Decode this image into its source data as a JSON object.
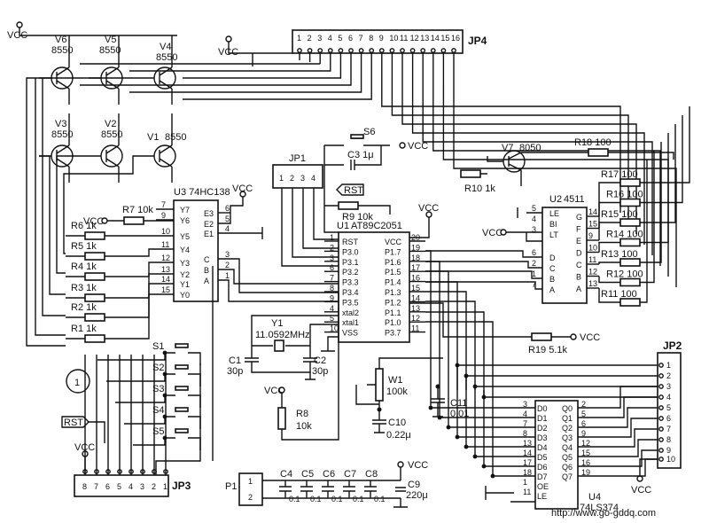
{
  "power": {
    "vcc": "VCC"
  },
  "transistors": {
    "v6": "V6",
    "v5": "V5",
    "v4": "V4",
    "v3": "V3",
    "v2": "V2",
    "v1": "V1",
    "v7": "V7",
    "type_8550": "8550",
    "type_8050": "8050"
  },
  "jp4": {
    "name": "JP4",
    "pins": [
      "1",
      "2",
      "3",
      "4",
      "5",
      "6",
      "7",
      "8",
      "9",
      "10",
      "11",
      "12",
      "13",
      "14",
      "15",
      "16"
    ]
  },
  "jp1": {
    "name": "JP1",
    "pins": [
      "1",
      "2",
      "3",
      "4"
    ]
  },
  "jp2": {
    "name": "JP2",
    "pins": [
      "1",
      "2",
      "3",
      "4",
      "5",
      "6",
      "7",
      "8",
      "9",
      "10"
    ]
  },
  "jp3": {
    "name": "JP3",
    "pins": [
      "8",
      "7",
      "6",
      "5",
      "4",
      "3",
      "2",
      "1"
    ]
  },
  "u3": {
    "name": "U3 74HC138",
    "inputs": [
      "E3",
      "E2",
      "E1",
      "C",
      "B",
      "A"
    ],
    "outputs": [
      "Y7",
      "Y6",
      "Y5",
      "Y4",
      "Y3",
      "Y2",
      "Y1",
      "Y0"
    ],
    "in_pins": [
      "6",
      "5",
      "4",
      "3",
      "2",
      "1"
    ],
    "out_pins": [
      "7",
      "9",
      "10",
      "11",
      "12",
      "13",
      "14",
      "15"
    ]
  },
  "u1": {
    "name": "U1",
    "part": "AT89C2051",
    "left": [
      "RST",
      "P3.0",
      "P3.1",
      "P3.2",
      "P3.3",
      "P3.4",
      "P3.5",
      "xtal2",
      "xtal1",
      "VSS"
    ],
    "left_pins": [
      "1",
      "2",
      "3",
      "6",
      "7",
      "8",
      "9",
      "4",
      "5",
      "10"
    ],
    "right": [
      "VCC",
      "P1.7",
      "P1.6",
      "P1.5",
      "P1.4",
      "P1.3",
      "P1.2",
      "P1.1",
      "P1.0",
      "P3.7"
    ],
    "right_pins": [
      "20",
      "19",
      "18",
      "17",
      "16",
      "15",
      "14",
      "13",
      "12",
      "11"
    ]
  },
  "u2": {
    "name": "U2",
    "part": "4511",
    "left": [
      "LE",
      "BI",
      "LT",
      "D",
      "C",
      "B",
      "A"
    ],
    "right": [
      "G",
      "F",
      "E",
      "D",
      "C",
      "B",
      "A"
    ],
    "left_pins": [
      "5",
      "4",
      "3",
      "6",
      "2",
      "1",
      "7"
    ],
    "right_pins": [
      "14",
      "15",
      "9",
      "10",
      "11",
      "12",
      "13"
    ]
  },
  "u4": {
    "name": "U4",
    "part": "74LS374",
    "left": [
      "D0",
      "D1",
      "D2",
      "D3",
      "D4",
      "D5",
      "D6",
      "D7",
      "OE",
      "LE"
    ],
    "right": [
      "Q0",
      "Q1",
      "Q2",
      "Q3",
      "Q4",
      "Q5",
      "Q6",
      "Q7"
    ],
    "left_pins": [
      "3",
      "4",
      "7",
      "8",
      "13",
      "14",
      "17",
      "18",
      "1",
      "11"
    ],
    "right_pins": [
      "2",
      "5",
      "6",
      "9",
      "12",
      "15",
      "16",
      "19"
    ]
  },
  "resistors": {
    "r1": "R1 1k",
    "r2": "R2 1k",
    "r3": "R3 1k",
    "r4": "R4 1k",
    "r5": "R5 1k",
    "r6": "R6 1k",
    "r7": "R7 10k",
    "r8": "R8",
    "r8v": "10k",
    "r9": "R9 10k",
    "r10": "R10 1k",
    "r11": "R11 100",
    "r12": "R12 100",
    "r13": "R13 100",
    "r14": "R14 100",
    "r15": "R15 100",
    "r16": "R16 100",
    "r17": "R17 100",
    "r18": "R18 100",
    "r19": "R19 5.1k"
  },
  "caps": {
    "c1": "C1",
    "c1v": "30p",
    "c2": "C2",
    "c2v": "30p",
    "c3": "C3 1μ",
    "c4": "C4",
    "c5": "C5",
    "c6": "C6",
    "c7": "C7",
    "c8": "C8",
    "c01": "0.1",
    "c9": "C9",
    "c9v": "220μ",
    "c10": "C10",
    "c10v": "0.22μ",
    "c11": "C11",
    "c11v": "0.01"
  },
  "crystal": {
    "name": "Y1",
    "freq": "11.0592MHz"
  },
  "switches": {
    "s1": "S1",
    "s2": "S2",
    "s3": "S3",
    "s4": "S4",
    "s5": "S5",
    "s6": "S6"
  },
  "pot": {
    "name": "W1",
    "value": "100k"
  },
  "p1": {
    "name": "P1",
    "pins": [
      "1",
      "2"
    ]
  },
  "rst": "RST",
  "circle_label": "1",
  "watermark": "http://www.go-gddq.com"
}
